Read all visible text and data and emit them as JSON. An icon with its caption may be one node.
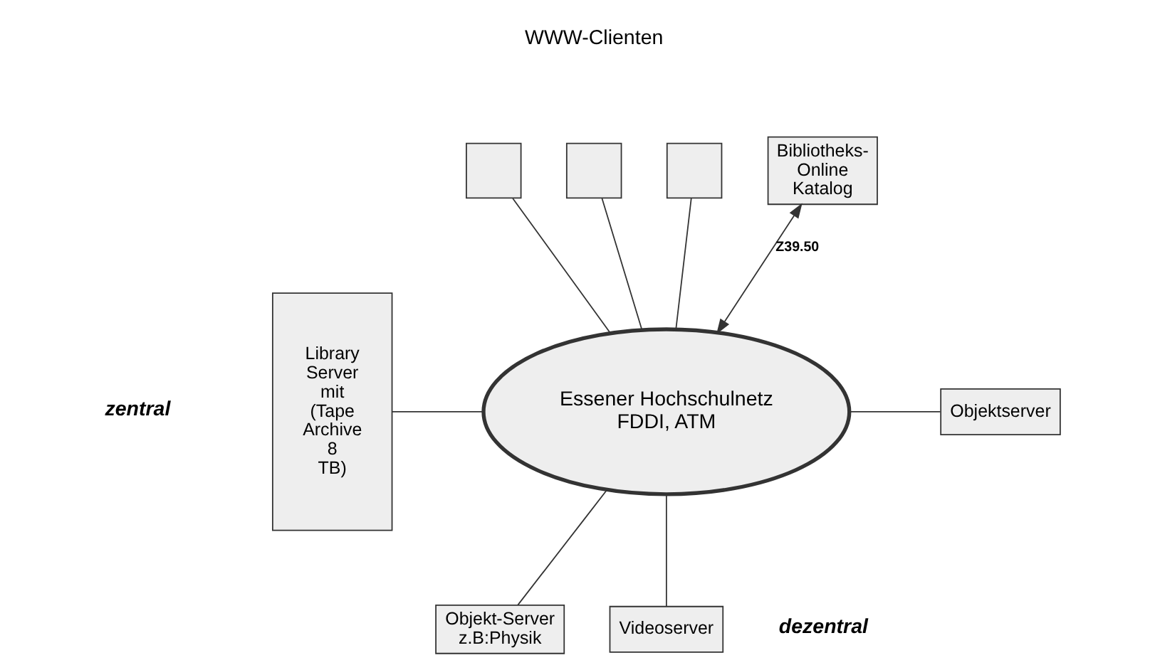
{
  "diagram": {
    "nodes": [
      {
        "text": [
          "Essener Hochschulnetz",
          "FDDI, ATM"
        ]
      },
      {
        "text": [],
        "shape": "box"
      },
      {
        "text": [],
        "shape": "box"
      },
      {
        "text": [],
        "shape": "box"
      },
      {
        "text": [
          "Bibliotheks-Online Katalog"
        ]
      },
      {
        "text": [
          "Library Server mit (Tape Archive 8 TB)"
        ]
      },
      {
        "text": [
          "Objektserver"
        ]
      },
      {
        "text": [
          "Objekt-Server z.B:Physik"
        ]
      },
      {
        "text": [
          "Videoserver"
        ]
      }
    ],
    "edges": [
      {
        "from": 1,
        "to": 0,
        "arrow": "none"
      },
      {
        "from": 2,
        "to": 0,
        "arrow": "none"
      },
      {
        "from": 3,
        "to": 0,
        "arrow": "none"
      },
      {
        "from": 4,
        "to": 0,
        "arrow": "both",
        "label": "Z39.50"
      },
      {
        "from": 5,
        "to": 0,
        "arrow": "none"
      },
      {
        "from": 0,
        "to": 6,
        "arrow": "none"
      },
      {
        "from": 0,
        "to": 7,
        "arrow": "none"
      },
      {
        "from": 0,
        "to": 8,
        "arrow": "none"
      }
    ],
    "labels": [
      "WWW-Clienten",
      "zentral",
      "dezentral"
    ]
  }
}
